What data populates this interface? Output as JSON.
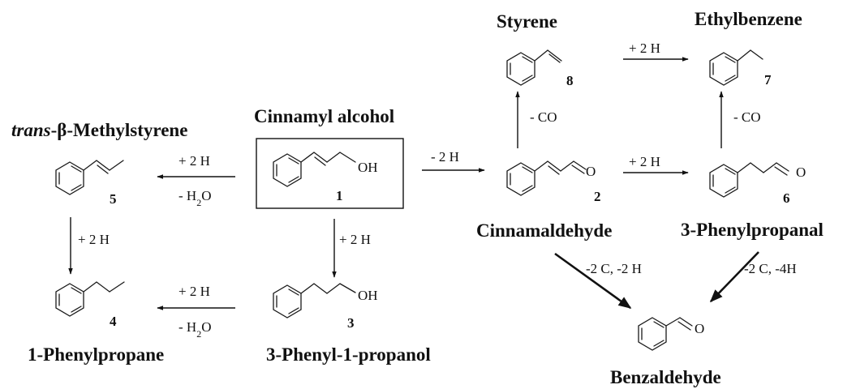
{
  "compounds": {
    "cinnamyl_alcohol": {
      "name": "Cinnamyl alcohol",
      "number": "1",
      "atom": "OH"
    },
    "cinnamaldehyde": {
      "name": "Cinnamaldehyde",
      "number": "2",
      "atom": "O"
    },
    "phenylpropanol": {
      "name": "3-Phenyl-1-propanol",
      "number": "3",
      "atom": "OH"
    },
    "phenylpropane": {
      "name": "1-Phenylpropane",
      "number": "4"
    },
    "methylstyrene": {
      "name_prefix": "trans",
      "name_rest": "-β-Methylstyrene",
      "number": "5"
    },
    "phenylpropanal": {
      "name": "3-Phenylpropanal",
      "number": "6",
      "atom": "O"
    },
    "ethylbenzene": {
      "name": "Ethylbenzene",
      "number": "7"
    },
    "styrene": {
      "name": "Styrene",
      "number": "8"
    },
    "benzaldehyde": {
      "name": "Benzaldehyde",
      "atom": "O"
    }
  },
  "reactions": {
    "r1_to_5": {
      "top": "+ 2 H",
      "bottom_prefix": "- H",
      "bottom_sub": "2",
      "bottom_suffix": "O"
    },
    "r3_to_4": {
      "top": "+ 2 H",
      "bottom_prefix": "- H",
      "bottom_sub": "2",
      "bottom_suffix": "O"
    },
    "r1_to_2": {
      "label": "- 2 H"
    },
    "r1_to_3": {
      "label": "+ 2 H"
    },
    "r5_to_4": {
      "label": "+ 2 H"
    },
    "r2_to_6": {
      "label": "+ 2 H"
    },
    "r8_to_7": {
      "label": "+ 2 H"
    },
    "r2_to_8": {
      "label": "- CO"
    },
    "r6_to_7": {
      "label": "- CO"
    },
    "r2_to_benz": {
      "label": "-2 C, -2 H"
    },
    "r6_to_benz": {
      "label": "-2 C, -4H"
    }
  }
}
